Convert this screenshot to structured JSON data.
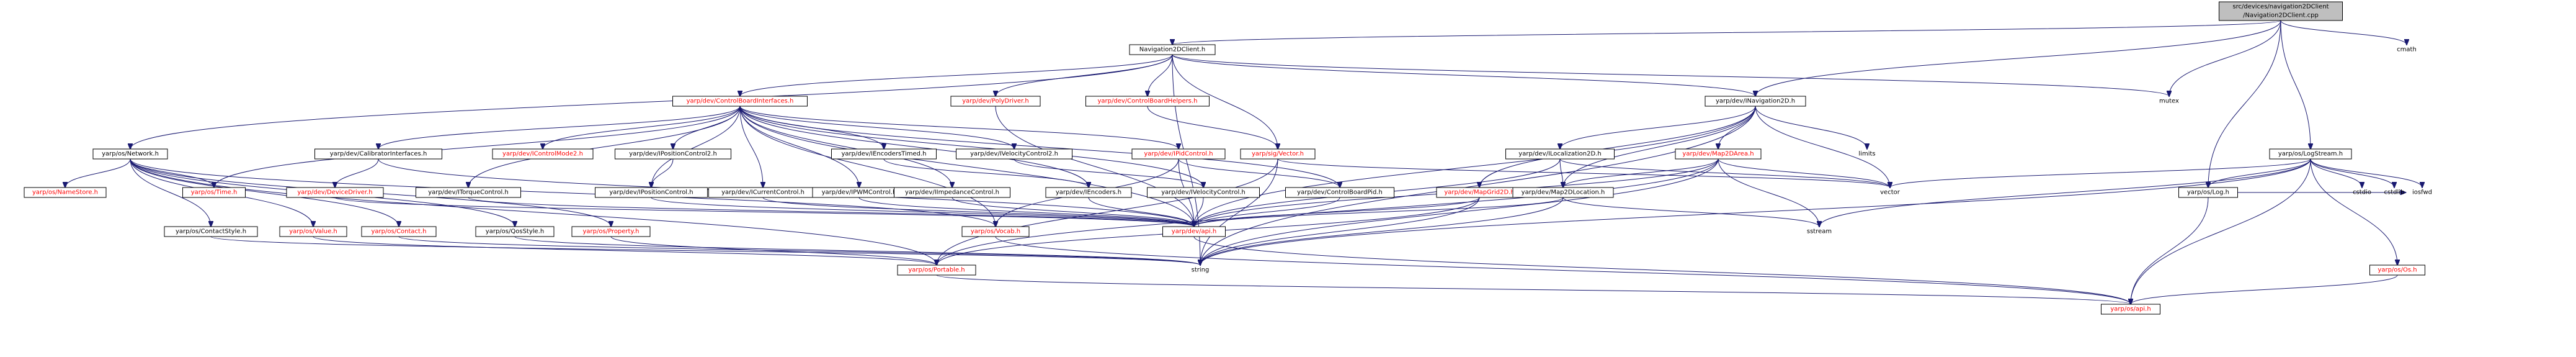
{
  "colors": {
    "edge": "#191970",
    "root_fill": "#bfbfbf",
    "node_fill": "#ffffff",
    "text": "#000000",
    "missing_text": "#ff0000",
    "plain_text": "#000000"
  },
  "nodes": [
    {
      "id": "root",
      "label": "src/devices/navigation2DClient\n/Navigation2DClient.cpp",
      "kind": "root"
    },
    {
      "id": "nav2dclient_h",
      "label": "Navigation2DClient.h",
      "kind": "documented"
    },
    {
      "id": "cmath",
      "label": "cmath",
      "kind": "plain"
    },
    {
      "id": "mutex",
      "label": "mutex",
      "kind": "plain"
    },
    {
      "id": "ilocalization_h_top",
      "label": "yarp/dev/INavigation2D.h",
      "kind": "documented"
    },
    {
      "id": "logstream_h",
      "label": "yarp/os/LogStream.h",
      "kind": "documented"
    },
    {
      "id": "network_h",
      "label": "yarp/os/Network.h",
      "kind": "documented"
    },
    {
      "id": "cbi_h",
      "label": "yarp/dev/ControlBoardInterfaces.h",
      "kind": "missing"
    },
    {
      "id": "polydriver_h",
      "label": "yarp/dev/PolyDriver.h",
      "kind": "missing"
    },
    {
      "id": "cbhelpers_h",
      "label": "yarp/dev/ControlBoardHelpers.h",
      "kind": "missing"
    },
    {
      "id": "nametore_h",
      "label": "yarp/os/NameStore.h",
      "kind": "missing"
    },
    {
      "id": "time_h",
      "label": "yarp/os/Time.h",
      "kind": "missing"
    },
    {
      "id": "calib_h",
      "label": "yarp/dev/CalibratorInterfaces.h",
      "kind": "documented"
    },
    {
      "id": "icontrolmode2_h",
      "label": "yarp/dev/IControlMode2.h",
      "kind": "missing"
    },
    {
      "id": "iposctrl2_h",
      "label": "yarp/dev/IPositionControl2.h",
      "kind": "documented"
    },
    {
      "id": "iencodertimed_h",
      "label": "yarp/dev/IEncodersTimed.h",
      "kind": "documented"
    },
    {
      "id": "ivelctrl2_h",
      "label": "yarp/dev/IVelocityControl2.h",
      "kind": "documented"
    },
    {
      "id": "ipidcontrol_h",
      "label": "yarp/dev/IPidControl.h",
      "kind": "missing"
    },
    {
      "id": "sigvector_h",
      "label": "yarp/sig/Vector.h",
      "kind": "missing"
    },
    {
      "id": "ilocalization_h",
      "label": "yarp/dev/ILocalization2D.h",
      "kind": "documented"
    },
    {
      "id": "map2darea_h",
      "label": "yarp/dev/Map2DArea.h",
      "kind": "missing"
    },
    {
      "id": "limits",
      "label": "limits",
      "kind": "plain"
    },
    {
      "id": "idevicedriver_h",
      "label": "yarp/dev/DeviceDriver.h",
      "kind": "missing"
    },
    {
      "id": "itorque_h",
      "label": "yarp/dev/ITorqueControl.h",
      "kind": "documented"
    },
    {
      "id": "iposctrl_h",
      "label": "yarp/dev/IPositionControl.h",
      "kind": "documented"
    },
    {
      "id": "icurrent_h",
      "label": "yarp/dev/ICurrentControl.h",
      "kind": "documented"
    },
    {
      "id": "ipwm_h",
      "label": "yarp/dev/IPWMControl.h",
      "kind": "documented"
    },
    {
      "id": "iimpedance_h",
      "label": "yarp/dev/IImpedanceControl.h",
      "kind": "documented"
    },
    {
      "id": "iencoders_h",
      "label": "yarp/dev/IEncoders.h",
      "kind": "documented"
    },
    {
      "id": "ivelctrl_h",
      "label": "yarp/dev/IVelocityControl.h",
      "kind": "documented"
    },
    {
      "id": "cbpid_h",
      "label": "yarp/dev/ControlBoardPid.h",
      "kind": "documented"
    },
    {
      "id": "mapgrid_h",
      "label": "yarp/dev/MapGrid2D.h",
      "kind": "missing"
    },
    {
      "id": "map2dloc_h",
      "label": "yarp/dev/Map2DLocation.h",
      "kind": "documented"
    },
    {
      "id": "vector",
      "label": "vector",
      "kind": "plain"
    },
    {
      "id": "log_h",
      "label": "yarp/os/Log.h",
      "kind": "documented"
    },
    {
      "id": "cstdio",
      "label": "cstdio",
      "kind": "plain"
    },
    {
      "id": "cstdlib",
      "label": "cstdlib",
      "kind": "plain"
    },
    {
      "id": "iosfwd",
      "label": "iosfwd",
      "kind": "plain"
    },
    {
      "id": "contactstyle_h",
      "label": "yarp/os/ContactStyle.h",
      "kind": "documented"
    },
    {
      "id": "value_h",
      "label": "yarp/os/Value.h",
      "kind": "missing"
    },
    {
      "id": "contact_h",
      "label": "yarp/os/Contact.h",
      "kind": "missing"
    },
    {
      "id": "qosstyle_h",
      "label": "yarp/os/QosStyle.h",
      "kind": "documented"
    },
    {
      "id": "property_h",
      "label": "yarp/os/Property.h",
      "kind": "missing"
    },
    {
      "id": "vocab_h",
      "label": "yarp/os/Vocab.h",
      "kind": "missing"
    },
    {
      "id": "devapi_h",
      "label": "yarp/dev/api.h",
      "kind": "missing"
    },
    {
      "id": "sstream",
      "label": "sstream",
      "kind": "plain"
    },
    {
      "id": "portable_h",
      "label": "yarp/os/Portable.h",
      "kind": "missing"
    },
    {
      "id": "string",
      "label": "string",
      "kind": "plain"
    },
    {
      "id": "os_h",
      "label": "yarp/os/Os.h",
      "kind": "missing"
    },
    {
      "id": "osapi_h",
      "label": "yarp/os/api.h",
      "kind": "missing"
    }
  ],
  "edges": [
    [
      "root",
      "nav2dclient_h"
    ],
    [
      "root",
      "cmath"
    ],
    [
      "root",
      "mutex"
    ],
    [
      "root",
      "ilocalization_h_top"
    ],
    [
      "root",
      "logstream_h"
    ],
    [
      "root",
      "log_h"
    ],
    [
      "nav2dclient_h",
      "network_h"
    ],
    [
      "nav2dclient_h",
      "cbi_h"
    ],
    [
      "nav2dclient_h",
      "polydriver_h"
    ],
    [
      "nav2dclient_h",
      "cbhelpers_h"
    ],
    [
      "nav2dclient_h",
      "sigvector_h"
    ],
    [
      "nav2dclient_h",
      "ilocalization_h_top"
    ],
    [
      "nav2dclient_h",
      "mutex"
    ],
    [
      "nav2dclient_h",
      "string"
    ],
    [
      "network_h",
      "nametore_h"
    ],
    [
      "network_h",
      "time_h"
    ],
    [
      "network_h",
      "contactstyle_h"
    ],
    [
      "network_h",
      "value_h"
    ],
    [
      "network_h",
      "contact_h"
    ],
    [
      "network_h",
      "qosstyle_h"
    ],
    [
      "network_h",
      "property_h"
    ],
    [
      "network_h",
      "vocab_h"
    ],
    [
      "network_h",
      "portable_h"
    ],
    [
      "cbi_h",
      "calib_h"
    ],
    [
      "cbi_h",
      "icontrolmode2_h"
    ],
    [
      "cbi_h",
      "iposctrl2_h"
    ],
    [
      "cbi_h",
      "iencodertimed_h"
    ],
    [
      "cbi_h",
      "ivelctrl2_h"
    ],
    [
      "cbi_h",
      "ipidcontrol_h"
    ],
    [
      "cbi_h",
      "time_h"
    ],
    [
      "cbi_h",
      "itorque_h"
    ],
    [
      "cbi_h",
      "iposctrl_h"
    ],
    [
      "cbi_h",
      "icurrent_h"
    ],
    [
      "cbi_h",
      "ipwm_h"
    ],
    [
      "cbi_h",
      "iimpedance_h"
    ],
    [
      "cbi_h",
      "iencoders_h"
    ],
    [
      "cbi_h",
      "ivelctrl_h"
    ],
    [
      "cbi_h",
      "cbpid_h"
    ],
    [
      "cbi_h",
      "devapi_h"
    ],
    [
      "cbi_h",
      "vocab_h"
    ],
    [
      "calib_h",
      "idevicedriver_h"
    ],
    [
      "calib_h",
      "devapi_h"
    ],
    [
      "iposctrl2_h",
      "iposctrl_h"
    ],
    [
      "iencodertimed_h",
      "iencoders_h"
    ],
    [
      "ivelctrl2_h",
      "ivelctrl_h"
    ],
    [
      "ipidcontrol_h",
      "cbpid_h"
    ],
    [
      "ipidcontrol_h",
      "devapi_h"
    ],
    [
      "ipidcontrol_h",
      "vocab_h"
    ],
    [
      "polydriver_h",
      "devapi_h"
    ],
    [
      "cbhelpers_h",
      "sigvector_h"
    ],
    [
      "sigvector_h",
      "vector"
    ],
    [
      "sigvector_h",
      "portable_h"
    ],
    [
      "sigvector_h",
      "string"
    ],
    [
      "ilocalization_h_top",
      "ilocalization_h"
    ],
    [
      "ilocalization_h_top",
      "map2darea_h"
    ],
    [
      "ilocalization_h_top",
      "limits"
    ],
    [
      "ilocalization_h_top",
      "mapgrid_h"
    ],
    [
      "ilocalization_h_top",
      "map2dloc_h"
    ],
    [
      "ilocalization_h_top",
      "vector"
    ],
    [
      "ilocalization_h_top",
      "devapi_h"
    ],
    [
      "ilocalization_h_top",
      "string"
    ],
    [
      "ilocalization_h",
      "map2dloc_h"
    ],
    [
      "ilocalization_h",
      "vector"
    ],
    [
      "ilocalization_h",
      "devapi_h"
    ],
    [
      "map2darea_h",
      "map2dloc_h"
    ],
    [
      "map2darea_h",
      "vector"
    ],
    [
      "map2darea_h",
      "sstream"
    ],
    [
      "map2darea_h",
      "string"
    ],
    [
      "map2darea_h",
      "portable_h"
    ],
    [
      "map2darea_h",
      "devapi_h"
    ],
    [
      "mapgrid_h",
      "portable_h"
    ],
    [
      "mapgrid_h",
      "string"
    ],
    [
      "mapgrid_h",
      "devapi_h"
    ],
    [
      "map2dloc_h",
      "sstream"
    ],
    [
      "map2dloc_h",
      "string"
    ],
    [
      "map2dloc_h",
      "devapi_h"
    ],
    [
      "logstream_h",
      "log_h"
    ],
    [
      "logstream_h",
      "cstdio"
    ],
    [
      "logstream_h",
      "cstdlib"
    ],
    [
      "logstream_h",
      "iosfwd"
    ],
    [
      "logstream_h",
      "vector"
    ],
    [
      "logstream_h",
      "sstream"
    ],
    [
      "logstream_h",
      "string"
    ],
    [
      "logstream_h",
      "os_h"
    ],
    [
      "logstream_h",
      "osapi_h"
    ],
    [
      "log_h",
      "iosfwd"
    ],
    [
      "log_h",
      "osapi_h"
    ],
    [
      "os_h",
      "osapi_h"
    ],
    [
      "idevicedriver_h",
      "devapi_h"
    ],
    [
      "itorque_h",
      "devapi_h"
    ],
    [
      "iposctrl_h",
      "devapi_h"
    ],
    [
      "icurrent_h",
      "devapi_h"
    ],
    [
      "ipwm_h",
      "devapi_h"
    ],
    [
      "iimpedance_h",
      "devapi_h"
    ],
    [
      "iencoders_h",
      "devapi_h"
    ],
    [
      "ivelctrl_h",
      "devapi_h"
    ],
    [
      "cbpid_h",
      "devapi_h"
    ],
    [
      "devapi_h",
      "osapi_h"
    ],
    [
      "vocab_h",
      "osapi_h"
    ],
    [
      "value_h",
      "portable_h"
    ],
    [
      "contact_h",
      "string"
    ],
    [
      "property_h",
      "portable_h"
    ],
    [
      "portable_h",
      "osapi_h"
    ],
    [
      "contactstyle_h",
      "string"
    ],
    [
      "qosstyle_h",
      "string"
    ]
  ]
}
